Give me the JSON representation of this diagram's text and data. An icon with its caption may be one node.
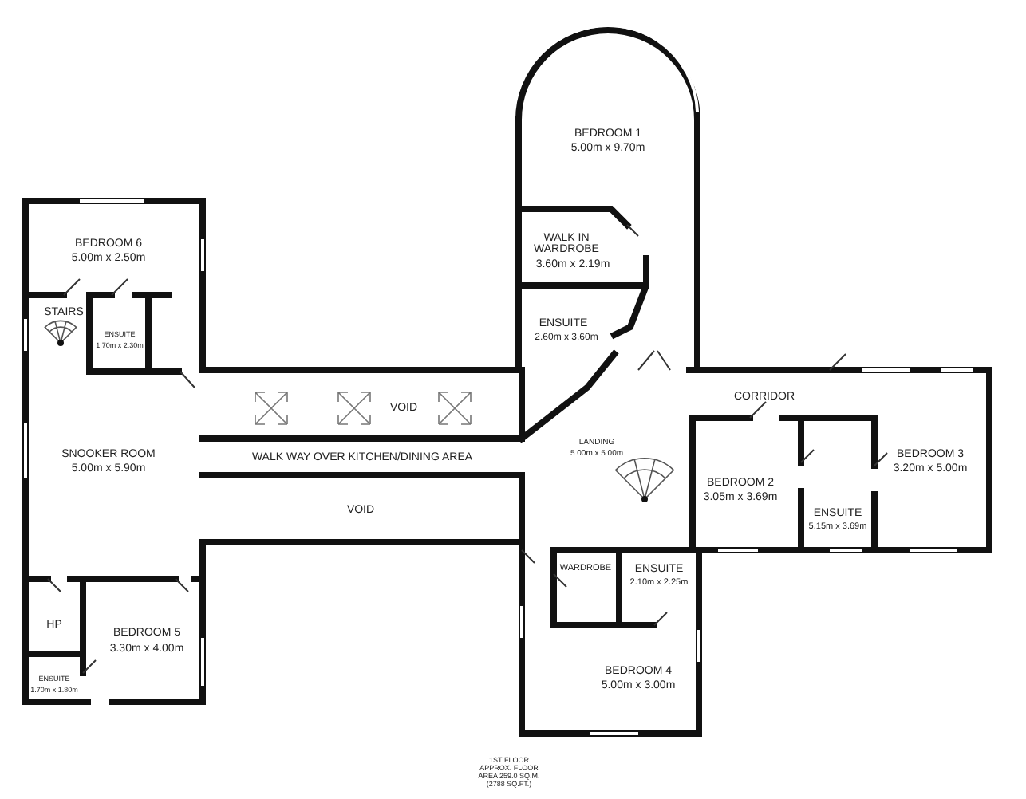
{
  "diagram": {
    "labels": [
      "BEDROOM 1",
      "5.00m x 9.70m",
      "BEDROOM 6",
      "5.00m x 2.50m",
      "WALK IN WARDROBE",
      "3.60m x 2.19m",
      "STAIRS",
      "ENSUITE",
      "1.70m x 2.30m",
      "ENSUITE",
      "2.60m x 3.60m",
      "VOID",
      "CORRIDOR",
      "SNOOKER ROOM",
      "5.00m x 5.90m",
      "LANDING",
      "5.00m x 5.00m",
      "WALK WAY OVER KITCHEN/DINING AREA",
      "BEDROOM 3",
      "3.20m x 5.00m",
      "BEDROOM 2",
      "3.05m x 3.69m",
      "VOID",
      "ENSUITE",
      "5.15m x 3.69m",
      "WARDROBE",
      "ENSUITE",
      "2.10m x 2.25m",
      "HP",
      "BEDROOM 5",
      "3.30m x 4.00m",
      "ENSUITE",
      "1.70m x 1.80m",
      "BEDROOM 4",
      "5.00m x 3.00m",
      "1ST FLOOR",
      "APPROX. FLOOR",
      "AREA 259.0 SQ.M.",
      "(2788 SQ.FT.)"
    ]
  }
}
